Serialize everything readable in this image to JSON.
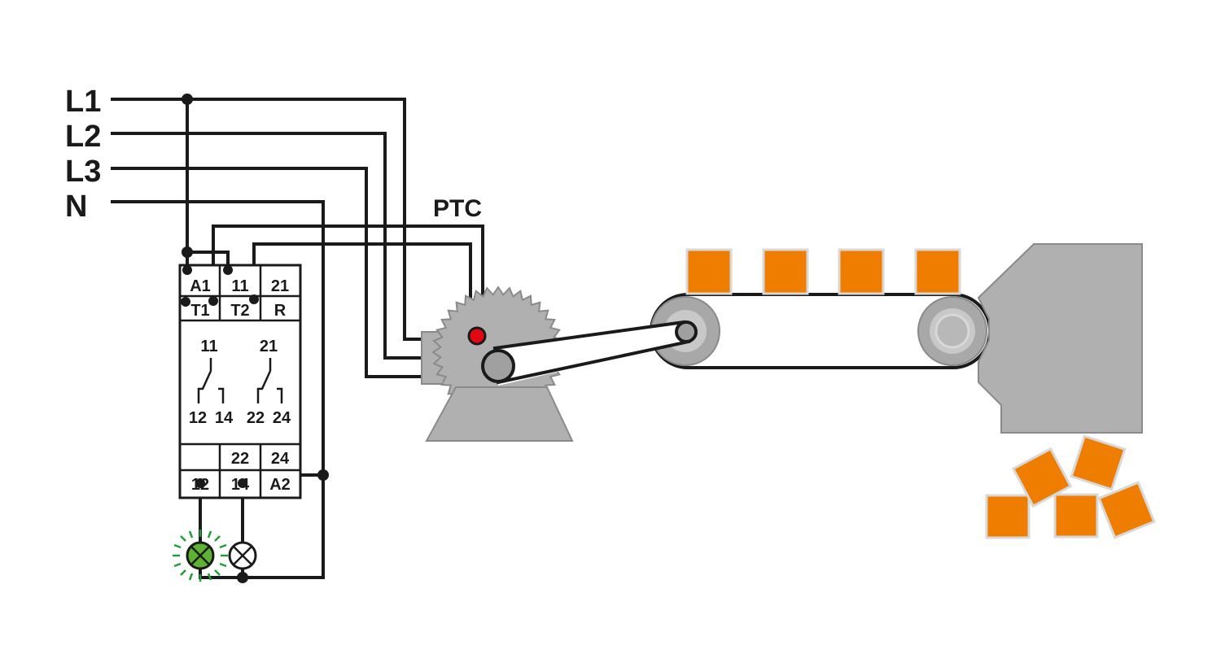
{
  "lines": {
    "l1": "L1",
    "l2": "L2",
    "l3": "L3",
    "n": "N"
  },
  "relay": {
    "top_row": [
      "A1",
      "11",
      "21"
    ],
    "second_row": [
      "T1",
      "T2",
      "R"
    ],
    "contact_labels": {
      "c1_common": "11",
      "c2_common": "21",
      "c1_nc": "12",
      "c1_no": "14",
      "c2_nc": "22",
      "c2_no": "24"
    },
    "bottom_upper_row": [
      "",
      "22",
      "24"
    ],
    "bottom_row": [
      "12",
      "14",
      "A2"
    ]
  },
  "sensor": {
    "label": "PTC"
  },
  "colors": {
    "wire": "#1a1a1a",
    "machine_gray": "#b0b0b0",
    "crate_orange": "#ef7d00",
    "ptc_red": "#e30613",
    "lamp_green": "#5db233",
    "lamp_glow": "#1e9e3a"
  },
  "icons": {
    "lamp_on": "indicator-lamp-lit-icon",
    "lamp_off": "indicator-lamp-off-icon",
    "motor": "motor-icon",
    "conveyor": "conveyor-belt-icon",
    "hopper": "hopper-machine-icon"
  }
}
